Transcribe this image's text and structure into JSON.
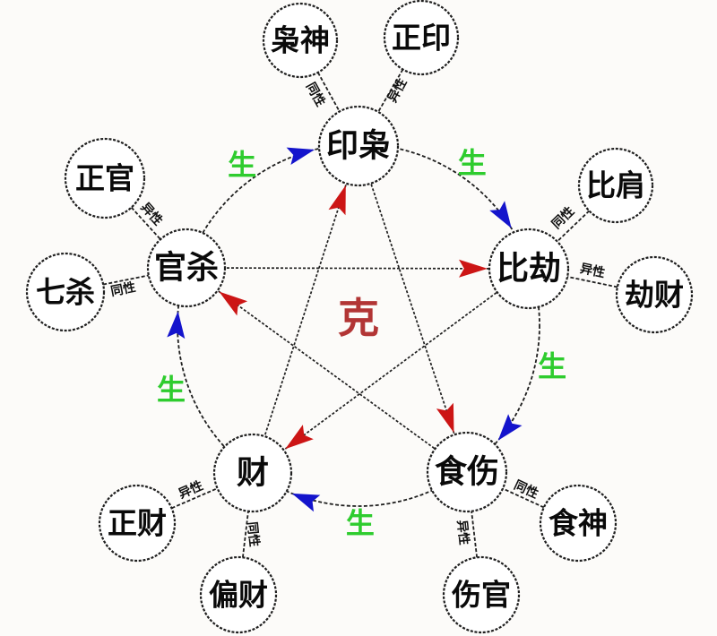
{
  "diagram": {
    "center_overcome_label": "克",
    "generate_label": "生",
    "main_nodes": [
      {
        "id": "yinxiao",
        "label": "印枭"
      },
      {
        "id": "bijie",
        "label": "比劫"
      },
      {
        "id": "shishang",
        "label": "食伤"
      },
      {
        "id": "cai",
        "label": "财"
      },
      {
        "id": "guansha",
        "label": "官杀"
      }
    ],
    "satellite_nodes": [
      {
        "id": "xiaoshen",
        "label": "枭神",
        "parent": "yinxiao",
        "relation": "同性"
      },
      {
        "id": "zhengyin",
        "label": "正印",
        "parent": "yinxiao",
        "relation": "异性"
      },
      {
        "id": "bijian",
        "label": "比肩",
        "parent": "bijie",
        "relation": "同性"
      },
      {
        "id": "jiecai",
        "label": "劫财",
        "parent": "bijie",
        "relation": "异性"
      },
      {
        "id": "shishen",
        "label": "食神",
        "parent": "shishang",
        "relation": "同性"
      },
      {
        "id": "shangguan",
        "label": "伤官",
        "parent": "shishang",
        "relation": "异性"
      },
      {
        "id": "zhengcai",
        "label": "正财",
        "parent": "cai",
        "relation": "异性"
      },
      {
        "id": "piancai",
        "label": "偏财",
        "parent": "cai",
        "relation": "同性"
      },
      {
        "id": "zhengguan",
        "label": "正官",
        "parent": "guansha",
        "relation": "异性"
      },
      {
        "id": "qisha",
        "label": "七杀",
        "parent": "guansha",
        "relation": "同性"
      }
    ],
    "generate_edges": [
      {
        "from": "guansha",
        "to": "yinxiao"
      },
      {
        "from": "yinxiao",
        "to": "bijie"
      },
      {
        "from": "bijie",
        "to": "shishang"
      },
      {
        "from": "shishang",
        "to": "cai"
      },
      {
        "from": "cai",
        "to": "guansha"
      }
    ],
    "overcome_edges": [
      {
        "from": "yinxiao",
        "to": "shishang"
      },
      {
        "from": "shishang",
        "to": "guansha"
      },
      {
        "from": "guansha",
        "to": "bijie"
      },
      {
        "from": "bijie",
        "to": "cai"
      },
      {
        "from": "cai",
        "to": "yinxiao"
      }
    ],
    "colors": {
      "generate_text": "#2ecc2e",
      "overcome_text": "#b23535",
      "generate_arrow": "#1414cc",
      "overcome_arrow": "#cc1515",
      "line": "#1f1f1f",
      "node_fill": "#ffffff",
      "node_text": "#0a0a0a",
      "link_label_text": "#111111",
      "background": "#fcfbf9"
    }
  }
}
